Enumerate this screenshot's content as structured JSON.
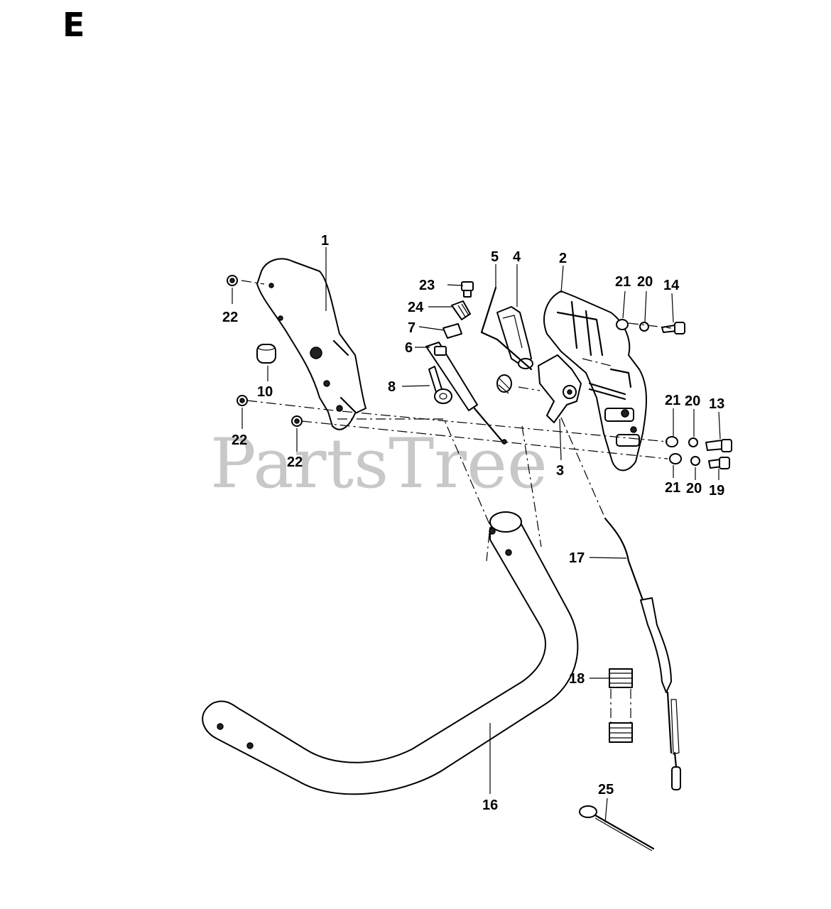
{
  "section": {
    "letter": "E"
  },
  "watermark": {
    "text": "PartsTree"
  },
  "labels": [
    {
      "id": "label-1",
      "text": "1"
    },
    {
      "id": "label-2",
      "text": "2"
    },
    {
      "id": "label-3",
      "text": "3"
    },
    {
      "id": "label-4",
      "text": "4"
    },
    {
      "id": "label-5",
      "text": "5"
    },
    {
      "id": "label-6",
      "text": "6"
    },
    {
      "id": "label-7",
      "text": "7"
    },
    {
      "id": "label-8",
      "text": "8"
    },
    {
      "id": "label-10",
      "text": "10"
    },
    {
      "id": "label-13",
      "text": "13"
    },
    {
      "id": "label-14",
      "text": "14"
    },
    {
      "id": "label-16",
      "text": "16"
    },
    {
      "id": "label-17",
      "text": "17"
    },
    {
      "id": "label-18",
      "text": "18"
    },
    {
      "id": "label-19",
      "text": "19"
    },
    {
      "id": "label-20-a",
      "text": "20"
    },
    {
      "id": "label-20-b",
      "text": "20"
    },
    {
      "id": "label-20-c",
      "text": "20"
    },
    {
      "id": "label-21-a",
      "text": "21"
    },
    {
      "id": "label-21-b",
      "text": "21"
    },
    {
      "id": "label-21-c",
      "text": "21"
    },
    {
      "id": "label-22-a",
      "text": "22"
    },
    {
      "id": "label-22-b",
      "text": "22"
    },
    {
      "id": "label-22-c",
      "text": "22"
    },
    {
      "id": "label-23",
      "text": "23"
    },
    {
      "id": "label-24",
      "text": "24"
    },
    {
      "id": "label-25",
      "text": "25"
    }
  ]
}
